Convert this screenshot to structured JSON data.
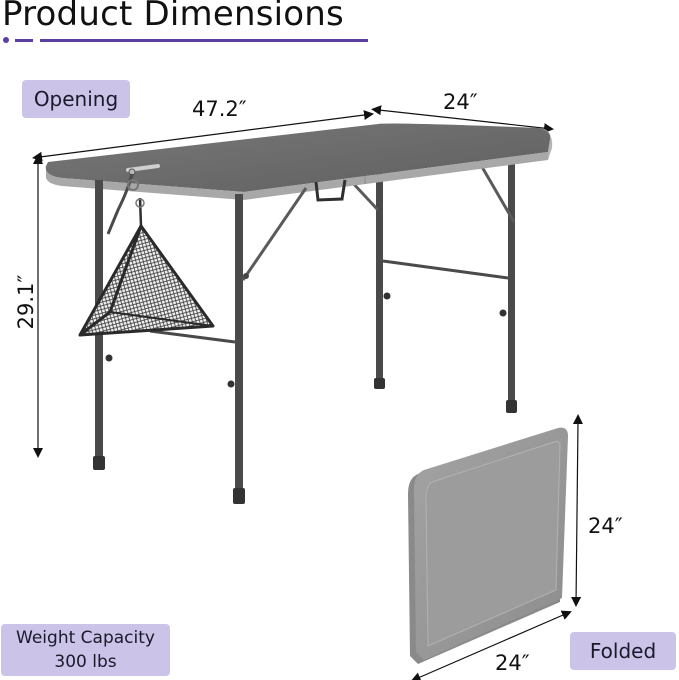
{
  "header": {
    "title": "Product Dimensions"
  },
  "labels": {
    "opening": "Opening",
    "folded": "Folded",
    "weight_capacity_line1": "Weight Capacity",
    "weight_capacity_line2": "300 lbs"
  },
  "dimensions": {
    "open_length": "47.2″",
    "open_width": "24″",
    "open_height": "29.1″",
    "folded_height": "24″",
    "folded_width": "24″"
  },
  "colors": {
    "accent_purple": "#5b3fa0",
    "tag_background": "#cbc3e8",
    "table_top": "#6b6b6b",
    "table_edge": "#a8a8a8",
    "leg": "#4a4a4a",
    "folded_panel": "#9a9a9a"
  },
  "icons": {
    "accessory": "hanging-mesh-triangle-basket",
    "handle": "carry-handle"
  }
}
